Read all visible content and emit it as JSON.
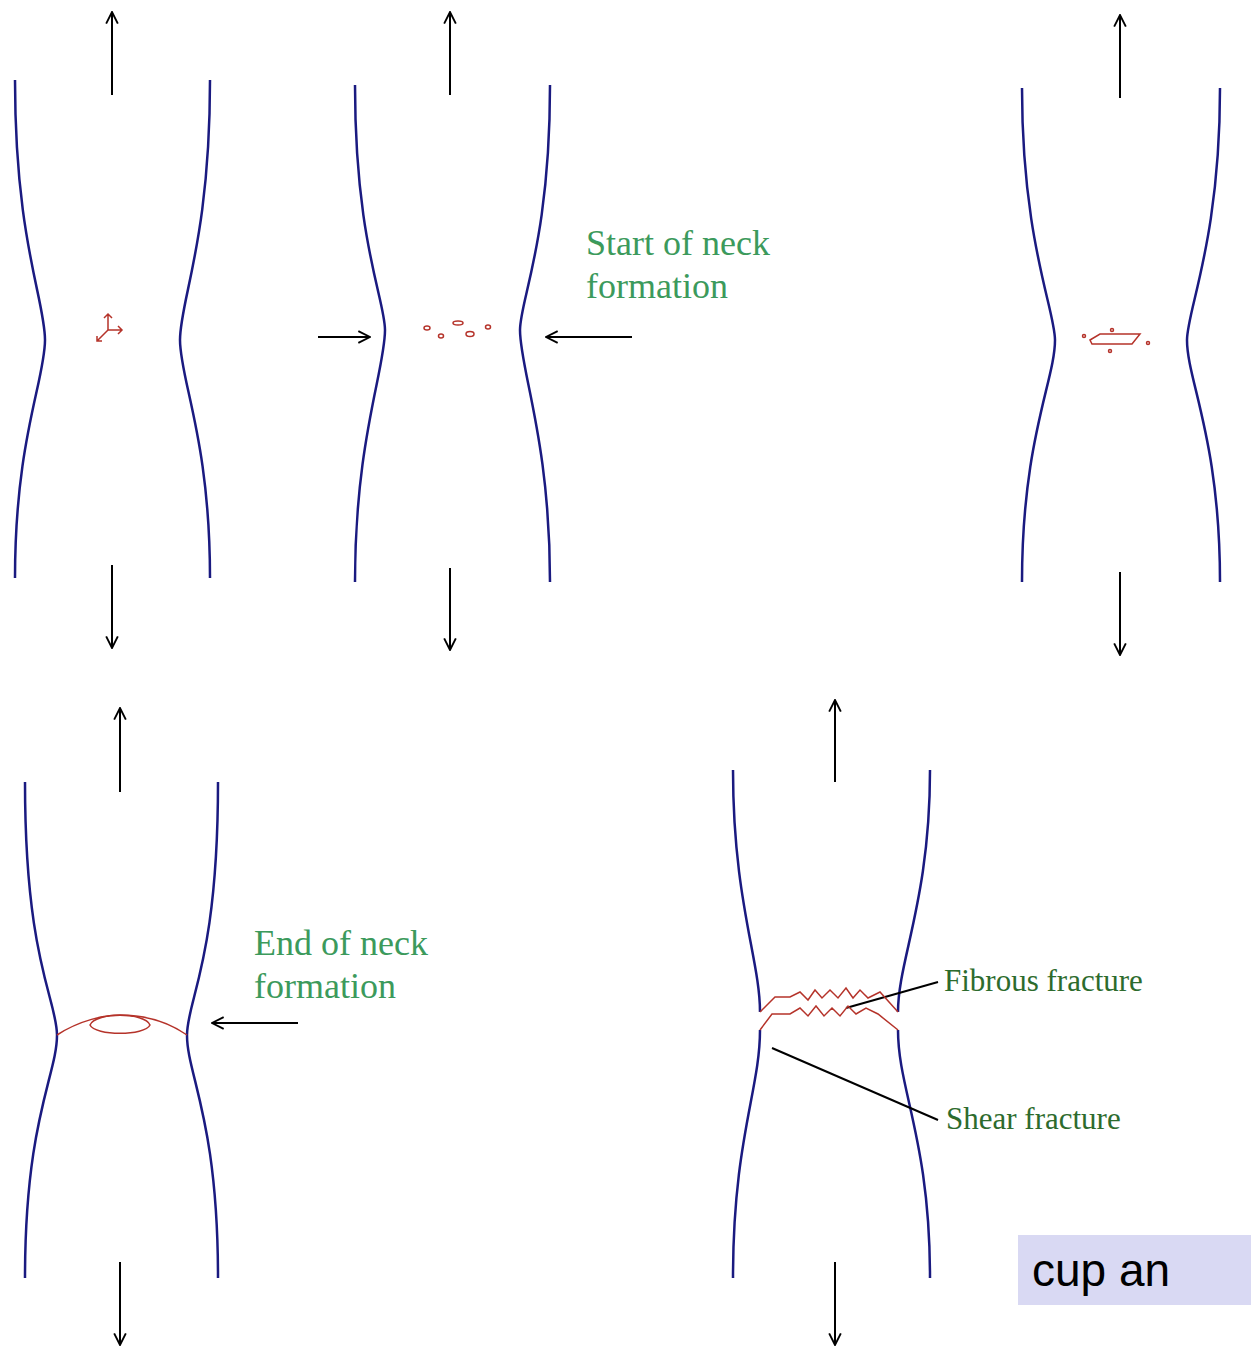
{
  "diagram": {
    "nodes": [
      {
        "text": [
          "cup an"
        ]
      }
    ],
    "labels": [
      "Start of neck formation",
      "End of neck formation",
      "Fibrous fracture",
      "Shear fracture"
    ]
  }
}
